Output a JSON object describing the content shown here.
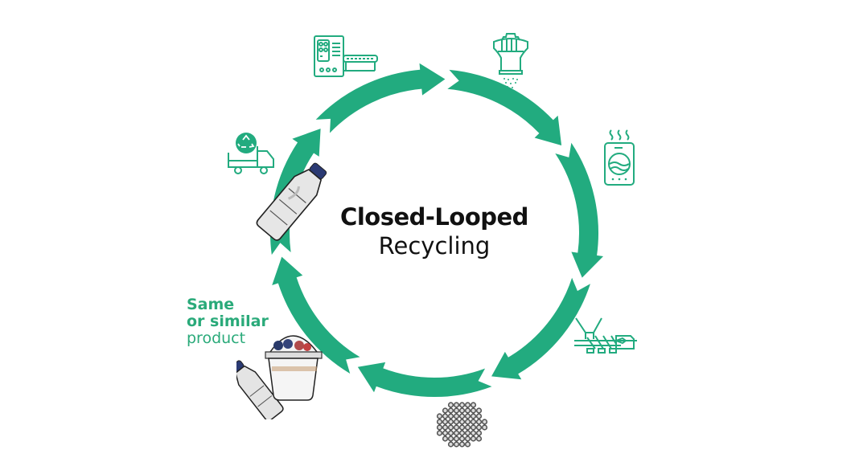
{
  "diagram": {
    "title_line1": "Closed-Looped",
    "title_line2": "Recycling",
    "product_label": {
      "line1": "Same",
      "line2": "or similar",
      "line3": "product"
    },
    "accent_color": "#22ab7f",
    "stages": [
      {
        "icon": "production-machine-icon"
      },
      {
        "icon": "shredder-grinder-icon"
      },
      {
        "icon": "washing-machine-icon"
      },
      {
        "icon": "extruder-icon"
      },
      {
        "icon": "pellets-icon"
      },
      {
        "icon": "new-products-bottle-cup-icon"
      },
      {
        "icon": "collection-truck-icon"
      }
    ],
    "arrow_count": 7
  }
}
